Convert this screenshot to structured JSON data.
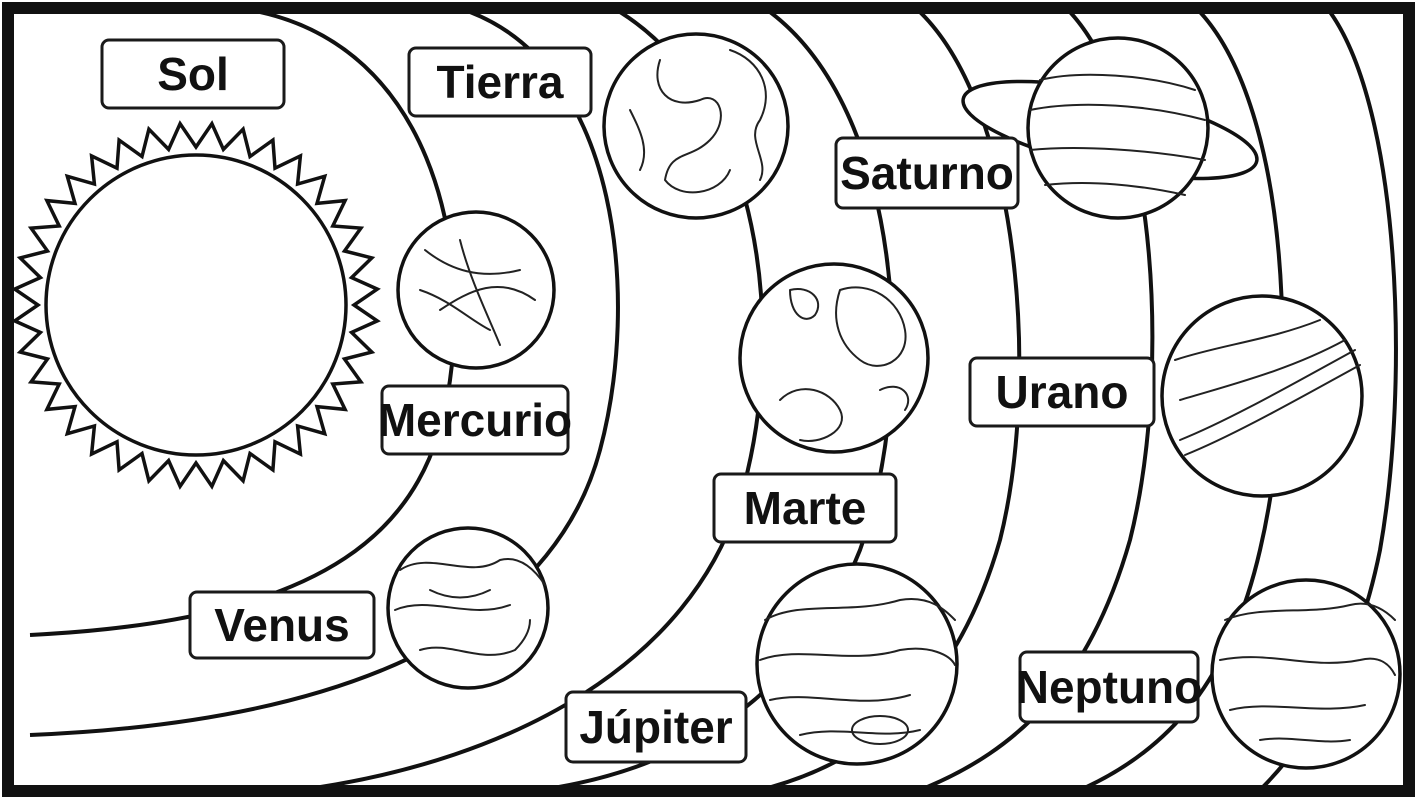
{
  "colors": {
    "line": "#111111",
    "background": "#ffffff"
  },
  "labels": {
    "sol": "Sol",
    "tierra": "Tierra",
    "mercurio": "Mercurio",
    "venus": "Venus",
    "saturno": "Saturno",
    "marte": "Marte",
    "jupiter": "Júpiter",
    "urano": "Urano",
    "neptuno": "Neptuno"
  }
}
